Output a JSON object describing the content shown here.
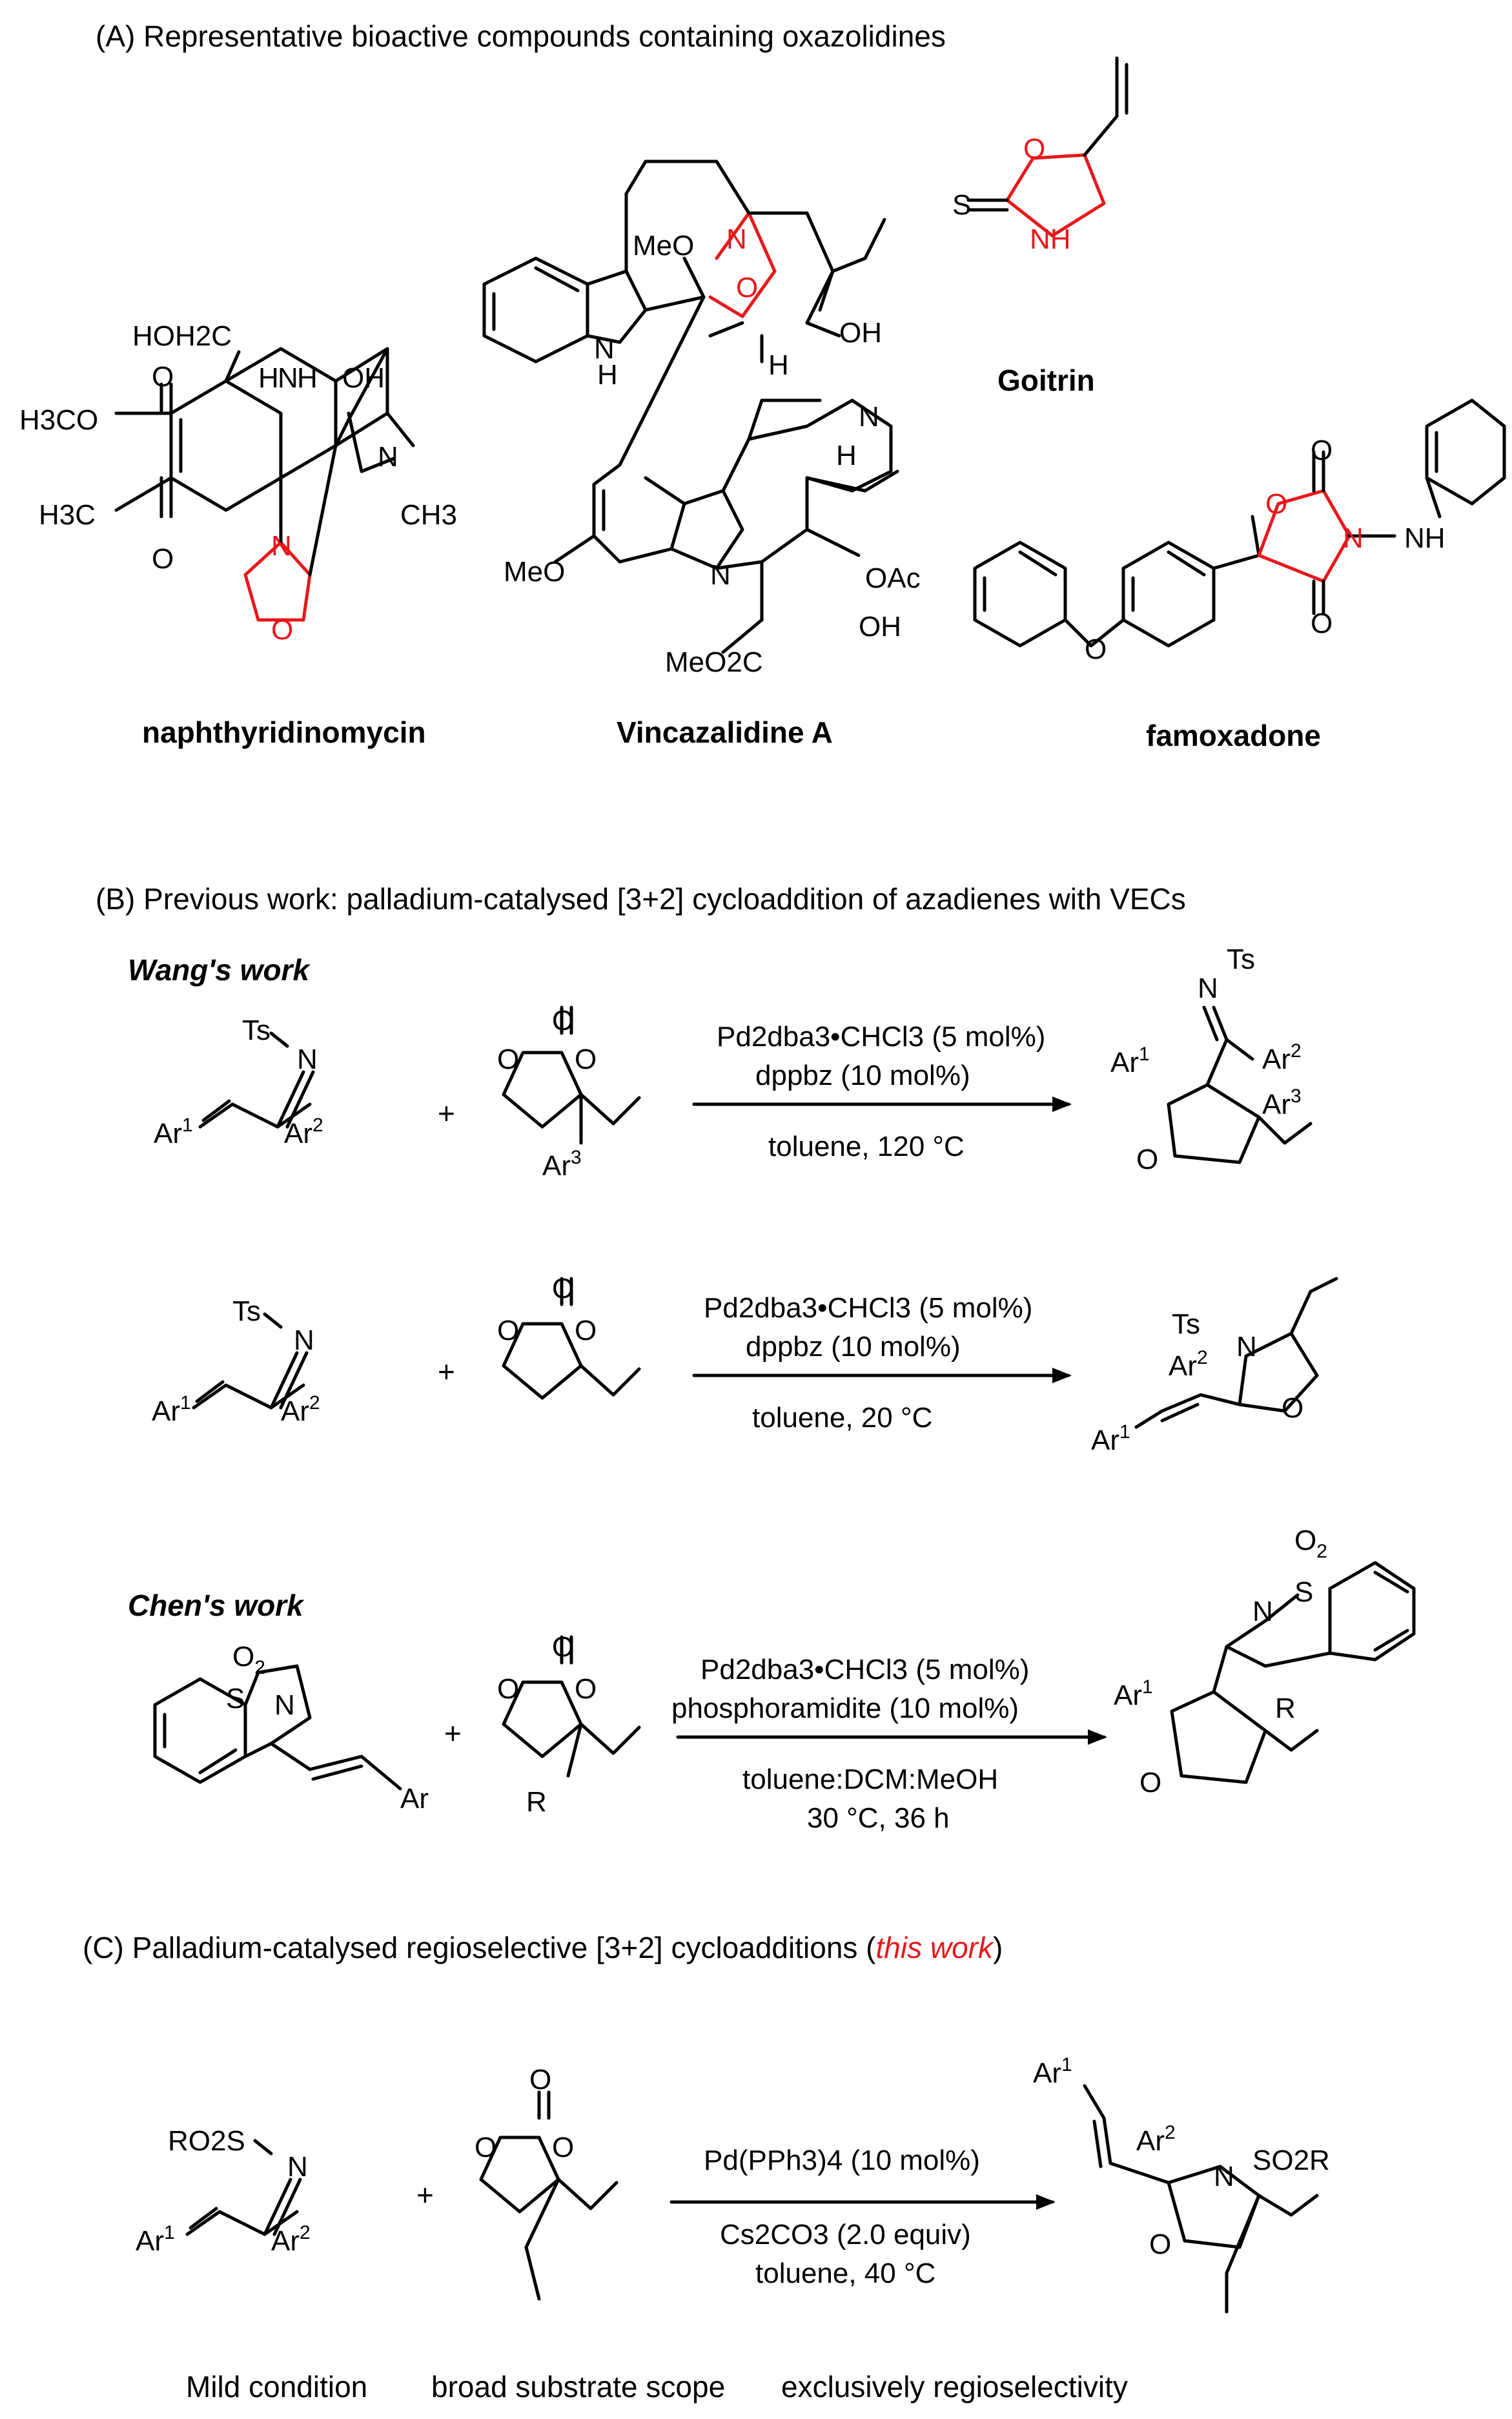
{
  "section_a": {
    "title": "(A) Representative bioactive compounds containing oxazolidines",
    "compounds": [
      {
        "name": "naphthyridinomycin"
      },
      {
        "name": "Vincazalidine A"
      },
      {
        "name": "Goitrin"
      },
      {
        "name": "famoxadone"
      }
    ],
    "atoms": {
      "hoh2c": "HOH2C",
      "h3co": "H3CO",
      "h3c": "H3C",
      "ch3": "CH3",
      "o": "O",
      "n": "N",
      "h": "H",
      "oh": "OH",
      "meo": "MeO",
      "s": "S",
      "nh": "NH",
      "oac": "OAc",
      "meo2c": "MeO2C"
    },
    "colors": {
      "highlight": "#e8171b",
      "ink": "#000000"
    }
  },
  "section_b": {
    "title": "(B) Previous work: palladium-catalysed [3+2] cycloaddition of azadienes with VECs",
    "wang_heading": "Wang's work",
    "chen_heading": "Chen's work",
    "reaction1": {
      "catalyst": "Pd2dba3•CHCl3 (5 mol%)",
      "ligand": "dppbz (10 mol%)",
      "conditions": "toluene, 120 °C"
    },
    "reaction2": {
      "catalyst": "Pd2dba3•CHCl3 (5 mol%)",
      "ligand": "dppbz (10 mol%)",
      "conditions": "toluene, 20 °C"
    },
    "reaction3": {
      "catalyst": "Pd2dba3•CHCl3 (5 mol%)",
      "ligand": "phosphoramidite (10 mol%)",
      "conditions1": "toluene:DCM:MeOH",
      "conditions2": "30 °C, 36 h"
    },
    "labels": {
      "ts": "Ts",
      "n": "N",
      "o": "O",
      "s": "S",
      "r": "R",
      "ar": "Ar",
      "o2": "O2",
      "plus": "+"
    }
  },
  "section_c": {
    "title_prefix": "(C) Palladium-catalysed regioselective [3+2] cycloadditions (",
    "title_highlight": "this work",
    "title_suffix": ")",
    "catalyst": "Pd(PPh3)4 (10 mol%)",
    "base": "Cs2CO3 (2.0 equiv)",
    "conditions": "toluene, 40 °C",
    "labels": {
      "ro2s": "RO2S",
      "so2r": "SO2R",
      "n": "N",
      "o": "O",
      "plus": "+"
    },
    "features": [
      "Mild condition",
      "broad substrate scope",
      "exclusively regioselectivity"
    ]
  }
}
